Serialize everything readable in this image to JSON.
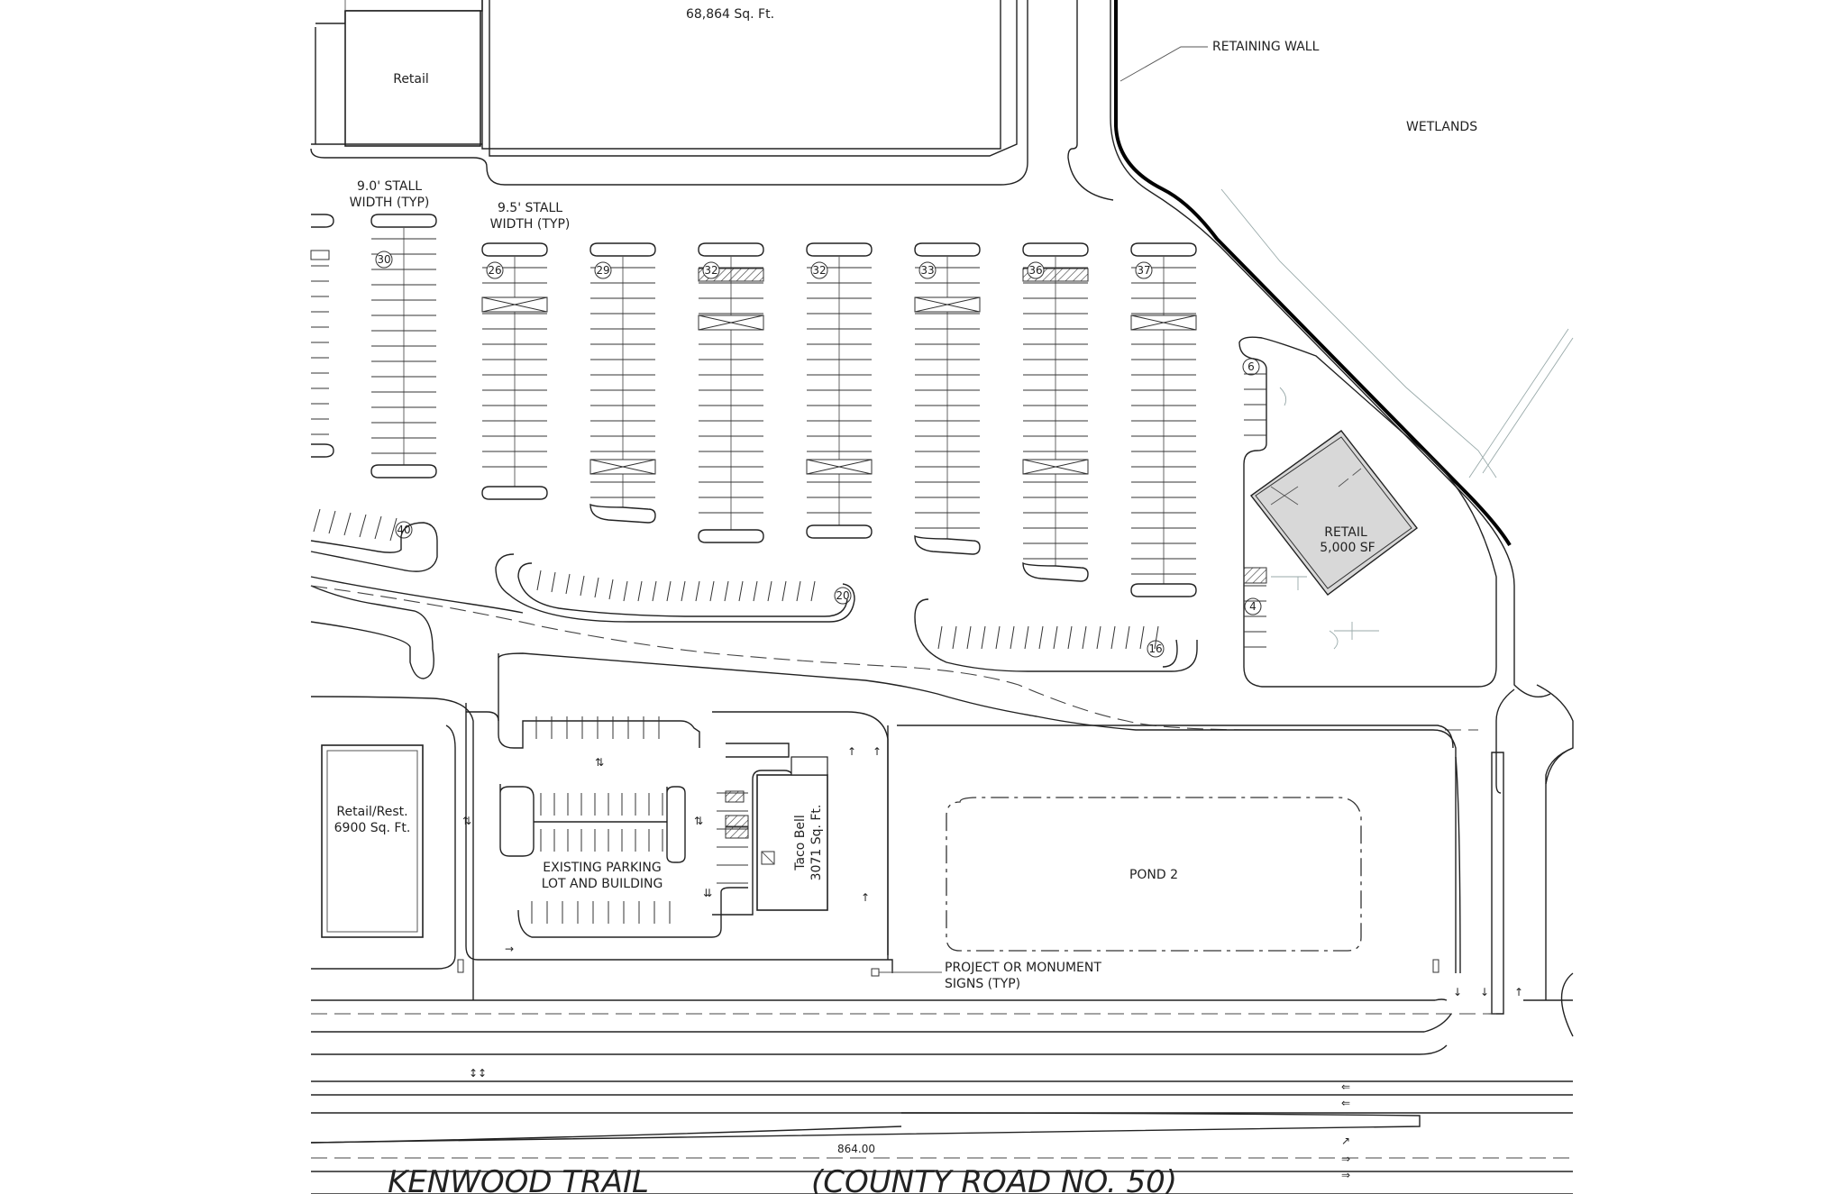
{
  "buildings": {
    "anchor_area": "68,864 Sq. Ft.",
    "retail_top": "Retail",
    "retail_rest_line1": "Retail/Rest.",
    "retail_rest_line2": "6900 Sq. Ft.",
    "taco_bell_line1": "Taco Bell",
    "taco_bell_line2": "3071 Sq. Ft.",
    "retail_new_line1": "RETAIL",
    "retail_new_line2": "5,000 SF"
  },
  "notes": {
    "stall_90_line1": "9.0' STALL",
    "stall_90_line2": "WIDTH (TYP)",
    "stall_95_line1": "9.5' STALL",
    "stall_95_line2": "WIDTH (TYP)",
    "retaining_wall": "RETAINING WALL",
    "wetlands": "WETLANDS",
    "existing_line1": "EXISTING PARKING",
    "existing_line2": "LOT AND BUILDING",
    "pond": "POND 2",
    "signs_line1": "PROJECT OR MONUMENT",
    "signs_line2": "SIGNS (TYP)",
    "elevation": "864.00"
  },
  "road": {
    "name": "KENWOOD TRAIL",
    "designation": "(COUNTY ROAD NO. 50)"
  },
  "stall_counts": {
    "row_a": "30",
    "row_b": "26",
    "row_c": "29",
    "row_d": "32",
    "row_e": "32",
    "row_f": "33",
    "row_g": "36",
    "row_h": "37",
    "row_i": "6",
    "row_j": "40",
    "row_k": "20",
    "row_l": "16",
    "row_m": "4"
  }
}
